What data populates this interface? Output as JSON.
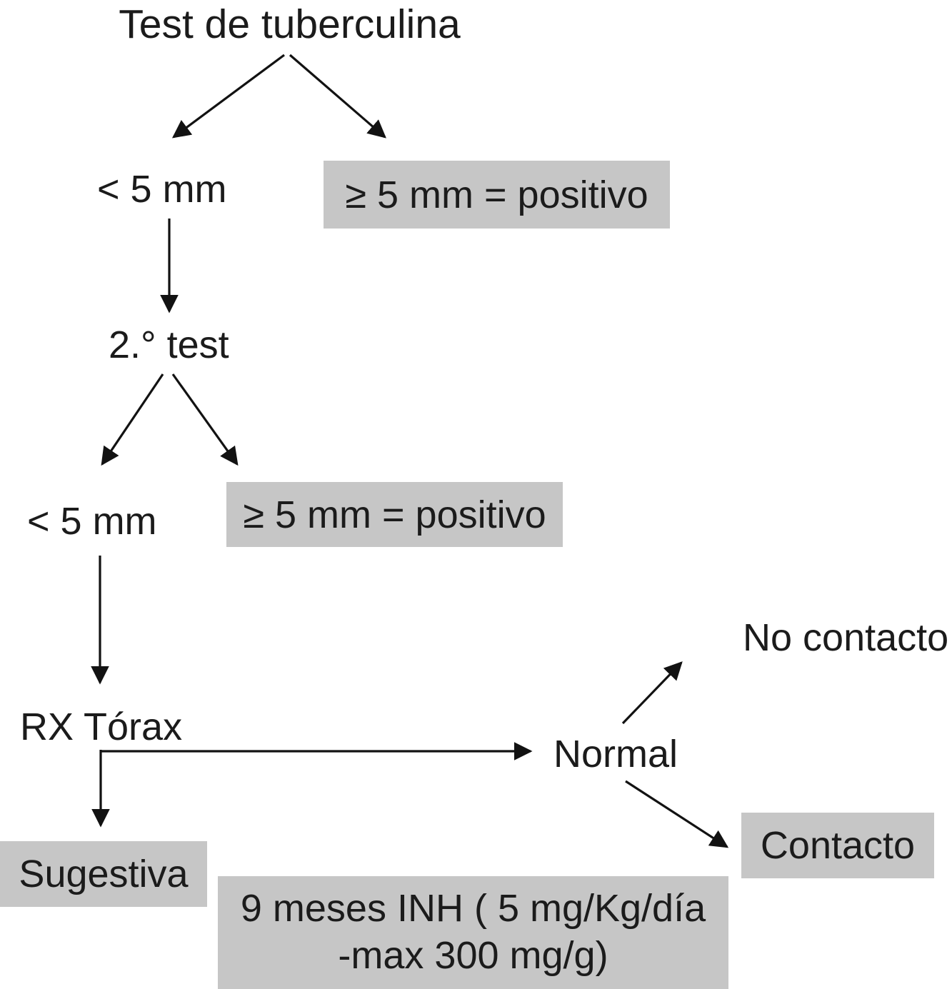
{
  "diagram": {
    "title": "Test de tuberculina",
    "colors": {
      "background": "#ffffff",
      "box_bg": "#c6c6c6",
      "text": "#1b1b1b",
      "arrow": "#121212"
    },
    "nodes": {
      "lt5mm_1": "< 5 mm",
      "ge5mm_1": "≥ 5 mm = positivo",
      "second_test": "2.° test",
      "lt5mm_2": "< 5 mm",
      "ge5mm_2": "≥ 5 mm = positivo",
      "rx_torax": "RX Tórax",
      "normal": "Normal",
      "no_contacto": "No contacto",
      "contacto": "Contacto",
      "sugestiva": "Sugestiva",
      "inh_line1": "9 meses INH ( 5 mg/Kg/día",
      "inh_line2": "-max 300 mg/g)"
    },
    "edges": [
      {
        "from": "test_tuberculina",
        "to": "lt5mm_1"
      },
      {
        "from": "test_tuberculina",
        "to": "ge5mm_1"
      },
      {
        "from": "lt5mm_1",
        "to": "second_test"
      },
      {
        "from": "second_test",
        "to": "lt5mm_2"
      },
      {
        "from": "second_test",
        "to": "ge5mm_2"
      },
      {
        "from": "lt5mm_2",
        "to": "rx_torax"
      },
      {
        "from": "rx_torax",
        "to": "normal"
      },
      {
        "from": "rx_torax",
        "to": "sugestiva"
      },
      {
        "from": "normal",
        "to": "no_contacto"
      },
      {
        "from": "normal",
        "to": "contacto"
      }
    ]
  }
}
